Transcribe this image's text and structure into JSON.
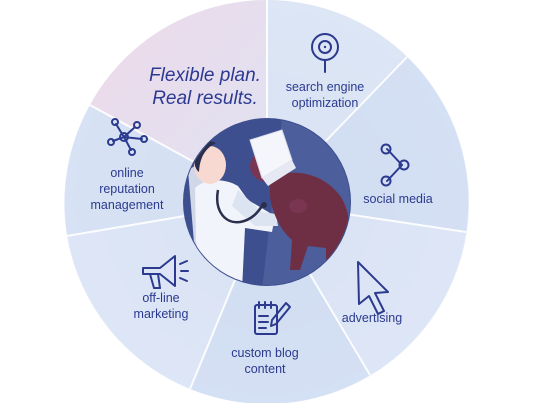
{
  "tagline": {
    "line1": "Flexible plan.",
    "line2": "Real results."
  },
  "segments": [
    {
      "id": "seo",
      "icon": "magnifier-icon",
      "lines": [
        "search engine",
        "optimization"
      ]
    },
    {
      "id": "social",
      "icon": "share-nodes-icon",
      "lines": [
        "social media"
      ]
    },
    {
      "id": "advertising",
      "icon": "cursor-arrow-icon",
      "lines": [
        "advertising"
      ]
    },
    {
      "id": "blog",
      "icon": "notepad-pencil-icon",
      "lines": [
        "custom blog",
        "content"
      ]
    },
    {
      "id": "offline",
      "icon": "megaphone-icon",
      "lines": [
        "off-line",
        "marketing"
      ]
    },
    {
      "id": "reputation",
      "icon": "network-nodes-icon",
      "lines": [
        "online",
        "reputation",
        "management"
      ]
    }
  ],
  "center_illustration": "veterinarian-examining-dog",
  "colors": {
    "text": "#2b3a8f",
    "wheel_light": "#e3eaf6",
    "wheel_mid": "#c9d6ee",
    "highlight": "#efe1ec",
    "center_bg": "#3d4f8e",
    "dog": "#6e2f45"
  }
}
